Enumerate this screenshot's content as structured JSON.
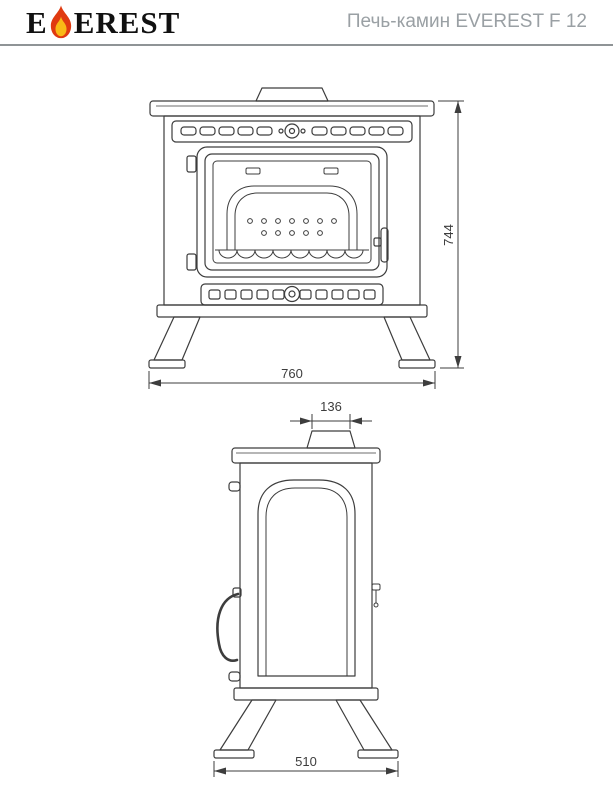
{
  "header": {
    "logo_prefix": "E",
    "logo_suffix": "EREST",
    "title": "Печь-камин EVEREST F 12"
  },
  "drawing": {
    "subject": "wood-burning stove, front and side orthographic views"
  },
  "dimensions": {
    "front_height": "744",
    "front_width": "760",
    "side_chimney_width": "136",
    "side_depth": "510"
  },
  "colors": {
    "line": "#3d3d3d",
    "title_gray": "#9aa0a4",
    "flame_outer": "#e03a10",
    "flame_inner": "#f9b916",
    "divider": "#8f9496"
  }
}
